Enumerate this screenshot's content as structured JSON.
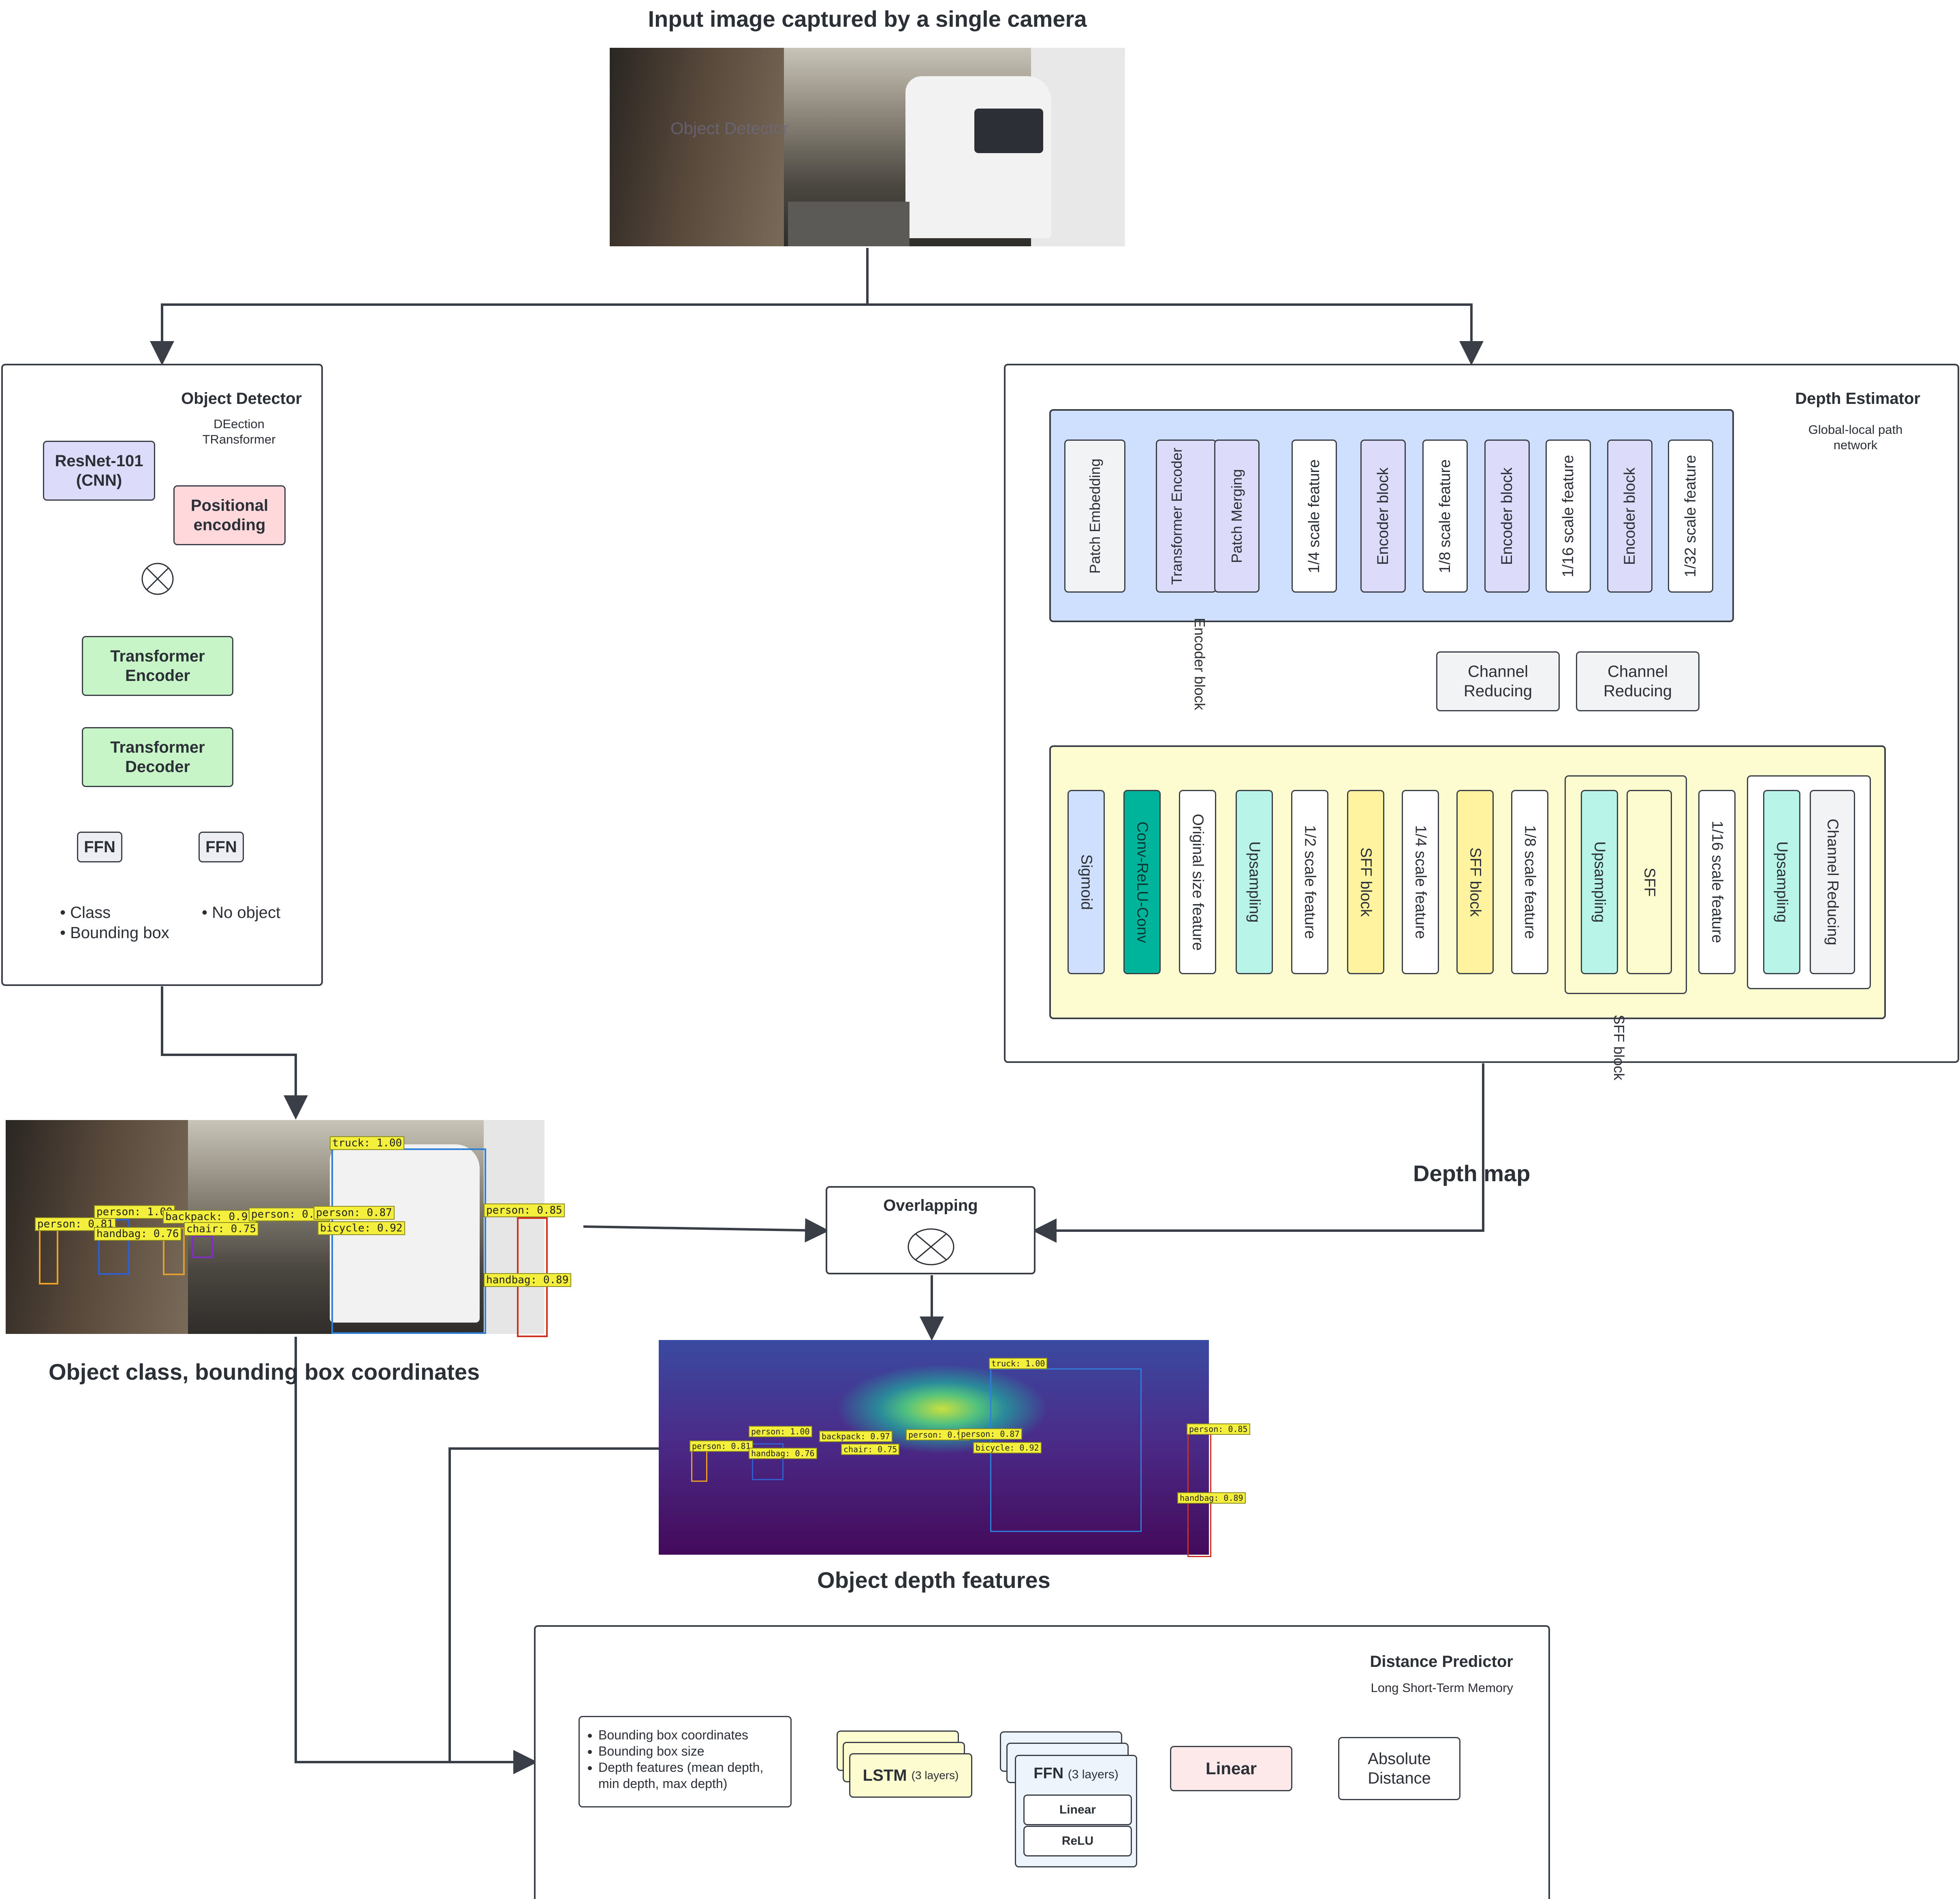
{
  "colors": {
    "encoder_bg": "#cfe0ff",
    "decoder_bg": "#fdfbd0",
    "lavender": "#dcdcfa",
    "pink": "#ffd8dc",
    "green": "#c8f5c8",
    "mint": "#b8f5e8",
    "teal": "#00b39b",
    "yellow": "#fff3a0",
    "gray": "#f2f3f5",
    "linear_pink": "#fde8ea"
  },
  "input": {
    "title": "Input image captured by a single camera",
    "overlay_text": "Object Detector"
  },
  "object_detector": {
    "title": "Object Detector",
    "subtitle_1": "DEection",
    "subtitle_2": "TRansformer",
    "resnet": "ResNet-101 (CNN)",
    "positional": "Positional encoding",
    "encoder": "Transformer Encoder",
    "decoder": "Transformer Decoder",
    "ffn_1": "FFN",
    "ffn_2": "FFN",
    "out_class": "Class",
    "out_bbox": "Bounding box",
    "out_noobj": "No object"
  },
  "depth_estimator": {
    "title": "Depth Estimator",
    "subtitle": "Global-local path network",
    "patch_embedding": "Patch Embedding",
    "transformer_encoder": "Transformer Encoder",
    "patch_merging": "Patch Merging",
    "encoder_block_label": "Encoder block",
    "f_quarter": "1/4 scale feature",
    "enc_block_1": "Encoder block",
    "f_eighth": "1/8 scale feature",
    "enc_block_2": "Encoder block",
    "f_sixteenth": "1/16 scale feature",
    "enc_block_3": "Encoder block",
    "f_32nd": "1/32 scale feature",
    "channel_reducing_1": "Channel Reducing",
    "channel_reducing_2": "Channel Reducing",
    "decoder": {
      "sigmoid": "Sigmoid",
      "conv": "Conv-ReLU-Conv",
      "original": "Original size feature",
      "upsampling_1": "Upsampling",
      "half": "1/2 scale feature",
      "sff_1": "SFF block",
      "quarter": "1/4 scale feature",
      "sff_2": "SFF block",
      "eighth": "1/8 scale feature",
      "upsampling_2": "Upsampling",
      "sff": "SFF",
      "sixteenth": "1/16 scale feature",
      "upsampling_3": "Upsampling",
      "channel_reducing": "Channel Reducing",
      "sff_block_label": "SFF block"
    }
  },
  "detections": {
    "title": "Object class, bounding box coordinates",
    "tags": [
      "truck: 1.00",
      "person: 0.81",
      "person: 1.00",
      "handbag: 0.76",
      "backpack: 0.97",
      "person: 0.99",
      "chair: 0.75",
      "person: 0.87",
      "bicycle: 0.92",
      "person: 0.85",
      "handbag: 0.89"
    ]
  },
  "depth_map_label": "Depth map",
  "overlapping": {
    "title": "Overlapping"
  },
  "depth_features": {
    "title": "Object depth features"
  },
  "distance_predictor": {
    "title": "Distance Predictor",
    "subtitle": "Long Short-Term Memory",
    "inputs": [
      "Bounding box coordinates",
      "Bounding box size",
      "Depth features (mean depth, min depth, max depth)"
    ],
    "lstm": "LSTM",
    "lstm_layers": "(3 layers)",
    "ffn": "FFN",
    "ffn_layers": "(3 layers)",
    "ffn_linear": "Linear",
    "ffn_relu": "ReLU",
    "linear": "Linear",
    "output": "Absolute Distance"
  }
}
